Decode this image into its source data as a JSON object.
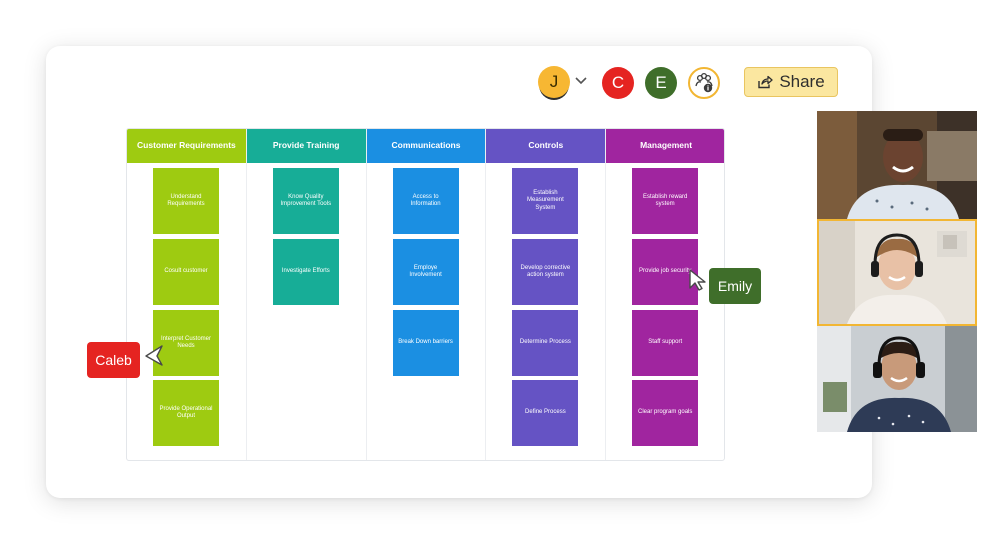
{
  "toolbar": {
    "avatars": [
      {
        "initial": "J",
        "color": "#f7b733"
      },
      {
        "initial": "C",
        "color": "#e52421"
      },
      {
        "initial": "E",
        "color": "#3f6e2a"
      }
    ],
    "share_label": "Share"
  },
  "board": {
    "columns": [
      {
        "title": "Customer Requirements",
        "color": "#9ecb11",
        "notes": [
          "Understand Requirements",
          "Cosult customer",
          "Interpret Customer Needs",
          "Provide Operational Output"
        ]
      },
      {
        "title": "Provide Training",
        "color": "#17ad97",
        "notes": [
          "Know Quality Improvement Tools",
          "Investigate Efforts"
        ]
      },
      {
        "title": "Communications",
        "color": "#1b8fe2",
        "notes": [
          "Access to Information",
          "Employe Involvement",
          "Break Down barriers"
        ]
      },
      {
        "title": "Controls",
        "color": "#6553c4",
        "notes": [
          "Establish Measurement System",
          "Develop corrective action system",
          "Determine Process",
          "Define Process"
        ]
      },
      {
        "title": "Management",
        "color": "#a0259f",
        "notes": [
          "Establish reward system",
          "Provide job security",
          "Staff support",
          "Clear program goals"
        ]
      }
    ]
  },
  "cursors": {
    "caleb": {
      "name": "Caleb",
      "color": "#e52421"
    },
    "emily": {
      "name": "Emily",
      "color": "#3f6e2a"
    }
  },
  "video_tiles": [
    {
      "participant": "man-smiling"
    },
    {
      "participant": "woman-headphones-1",
      "active": true
    },
    {
      "participant": "woman-headphones-2"
    }
  ]
}
